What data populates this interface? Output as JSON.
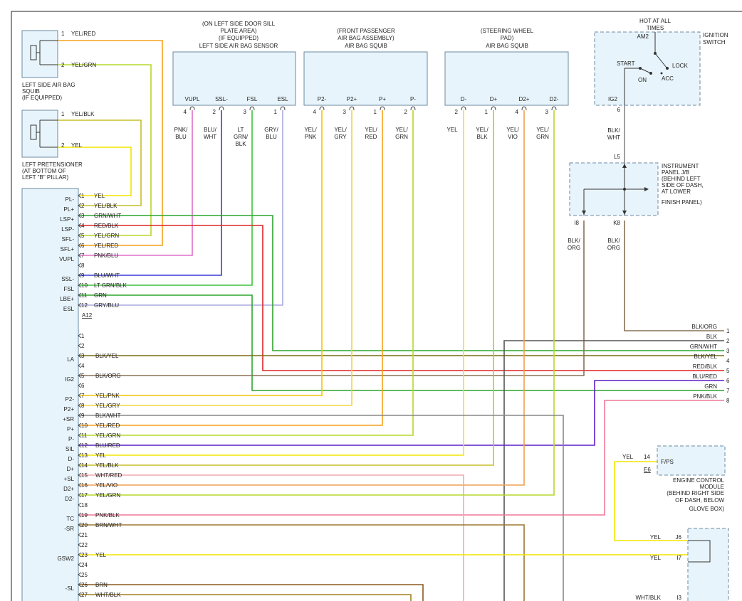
{
  "components": {
    "left_sensor": {
      "lines": [
        "(ON LEFT SIDE DOOR SILL",
        "PLATE AREA)",
        "(IF EQUIPPED)",
        "LEFT SIDE AIR BAG SENSOR"
      ],
      "pins": [
        "VUPL",
        "SSL-",
        "FSL",
        "ESL"
      ],
      "nums": [
        "4",
        "2",
        "3",
        "1"
      ],
      "wires": [
        "PNK/BLU",
        "BLU/WHT",
        "LT GRN/BLK",
        "GRY/BLU"
      ]
    },
    "passenger_squib": {
      "lines": [
        "(FRONT PASSENGER",
        "AIR BAG ASSEMBLY)",
        "AIR BAG SQUIB"
      ],
      "pins": [
        "P2-",
        "P2+",
        "P+",
        "P-"
      ],
      "nums": [
        "4",
        "3",
        "1",
        "2"
      ],
      "wires": [
        "YEL/PNK",
        "YEL/GRY",
        "YEL/RED",
        "YEL/GRN"
      ]
    },
    "steering_squib": {
      "lines": [
        "(STEERING WHEEL",
        "PAD)",
        "AIR BAG SQUIB"
      ],
      "pins": [
        "D-",
        "D+",
        "D2+",
        "D2-"
      ],
      "nums": [
        "2",
        "1",
        "4",
        "3"
      ],
      "wires": [
        "YEL",
        "YEL/BLK",
        "YEL/VIO",
        "YEL/GRN"
      ]
    },
    "ignition": {
      "hot_lines": [
        "HOT AT ALL",
        "TIMES"
      ],
      "title_lines": [
        "IGNITION",
        "SWITCH"
      ],
      "am2": "AM2",
      "start": "START",
      "on": "ON",
      "acc": "ACC",
      "lock": "LOCK",
      "ig2": "IG2",
      "pin": "6",
      "wire": "BLK/WHT"
    },
    "junction": {
      "lines": [
        "INSTRUMENT",
        "PANEL J/B",
        "(BEHIND LEFT",
        "SIDE OF DASH,",
        "AT LOWER",
        "FINISH PANEL)"
      ],
      "top_pin": "L5",
      "left_pin": "I8",
      "right_pin": "K8",
      "left_wire": "BLK/ORG",
      "right_wire": "BLK/ORG"
    },
    "left_squib": {
      "caption": [
        "LEFT SIDE AIR BAG",
        "SQUIB",
        "(IF EQUIPPED)"
      ],
      "w1": "YEL/RED",
      "w2": "YEL/GRN",
      "n1": "1",
      "n2": "2"
    },
    "pretensioner": {
      "caption": [
        "LEFT PRETENSIONER",
        "(AT BOTTOM OF",
        "LEFT \"B\" PILLAR)"
      ],
      "w1": "YEL/BLK",
      "w2": "YEL",
      "n1": "1",
      "n2": "2"
    },
    "ecm": {
      "pin_label": "F/PS",
      "num": "14",
      "wire": "YEL",
      "connector": "E6",
      "caption": [
        "ENGINE CONTROL",
        "MODULE",
        "(BEHIND RIGHT SIDE",
        "OF DASH, BELOW",
        "GLOVE BOX)"
      ]
    },
    "right_conn": {
      "pins": [
        "J6",
        "I7",
        "I3"
      ],
      "wires": [
        "YEL",
        "YEL",
        "WHT/BLK"
      ]
    }
  },
  "a12": {
    "name": "A12",
    "rows": [
      {
        "num": "1",
        "label": "PL-",
        "wire": "YEL"
      },
      {
        "num": "2",
        "label": "PL+",
        "wire": "YEL/BLK"
      },
      {
        "num": "3",
        "label": "LSP+",
        "wire": "GRN/WHT"
      },
      {
        "num": "4",
        "label": "LSP-",
        "wire": "RED/BLK"
      },
      {
        "num": "5",
        "label": "SFL-",
        "wire": "YEL/GRN"
      },
      {
        "num": "6",
        "label": "SFL+",
        "wire": "YEL/RED"
      },
      {
        "num": "7",
        "label": "VUPL",
        "wire": "PNK/BLU"
      },
      {
        "num": "8",
        "label": "",
        "wire": ""
      },
      {
        "num": "9",
        "label": "SSL-",
        "wire": "BLU/WHT"
      },
      {
        "num": "10",
        "label": "FSL",
        "wire": "LT GRN/BLK"
      },
      {
        "num": "11",
        "label": "LBE+",
        "wire": "GRN"
      },
      {
        "num": "12",
        "label": "ESL",
        "wire": "GRY/BLU"
      }
    ]
  },
  "main": {
    "rows": [
      {
        "num": "1",
        "label": "",
        "wire": ""
      },
      {
        "num": "2",
        "label": "",
        "wire": ""
      },
      {
        "num": "3",
        "label": "LA",
        "wire": "BLK/YEL"
      },
      {
        "num": "4",
        "label": "",
        "wire": ""
      },
      {
        "num": "5",
        "label": "IG2",
        "wire": "BLK/ORG"
      },
      {
        "num": "6",
        "label": "",
        "wire": ""
      },
      {
        "num": "7",
        "label": "P2-",
        "wire": "YEL/PNK"
      },
      {
        "num": "8",
        "label": "P2+",
        "wire": "YEL/GRY"
      },
      {
        "num": "9",
        "label": "+SR",
        "wire": "BLK/WHT"
      },
      {
        "num": "10",
        "label": "P+",
        "wire": "YEL/RED"
      },
      {
        "num": "11",
        "label": "P-",
        "wire": "YEL/GRN"
      },
      {
        "num": "12",
        "label": "SIL",
        "wire": "BLU/RED"
      },
      {
        "num": "13",
        "label": "D-",
        "wire": "YEL"
      },
      {
        "num": "14",
        "label": "D+",
        "wire": "YEL/BLK"
      },
      {
        "num": "15",
        "label": "+SL",
        "wire": "WHT/RED"
      },
      {
        "num": "16",
        "label": "D2+",
        "wire": "YEL/VIO"
      },
      {
        "num": "17",
        "label": "D2-",
        "wire": "YEL/GRN"
      },
      {
        "num": "18",
        "label": "",
        "wire": ""
      },
      {
        "num": "19",
        "label": "TC",
        "wire": "PNK/BLK"
      },
      {
        "num": "20",
        "label": "-SR",
        "wire": "BRN/WHT"
      },
      {
        "num": "21",
        "label": "",
        "wire": ""
      },
      {
        "num": "22",
        "label": "",
        "wire": ""
      },
      {
        "num": "23",
        "label": "GSW2",
        "wire": "YEL"
      },
      {
        "num": "24",
        "label": "",
        "wire": ""
      },
      {
        "num": "25",
        "label": "",
        "wire": ""
      },
      {
        "num": "26",
        "label": "-SL",
        "wire": "BRN"
      },
      {
        "num": "27",
        "label": "",
        "wire": "WHT/BLK"
      }
    ]
  },
  "right_block": {
    "rows": [
      {
        "num": "1",
        "wire": "BLK/ORG"
      },
      {
        "num": "2",
        "wire": "BLK"
      },
      {
        "num": "3",
        "wire": "GRN/WHT"
      },
      {
        "num": "4",
        "wire": "BLK/YEL"
      },
      {
        "num": "5",
        "wire": "RED/BLK"
      },
      {
        "num": "6",
        "wire": "BLU/RED"
      },
      {
        "num": "7",
        "wire": "GRN"
      },
      {
        "num": "8",
        "wire": "PNK/BLK"
      }
    ]
  },
  "colors": {
    "YEL": "#f2e600",
    "YEL/RED": "#f7a21b",
    "YEL/GRN": "#b6d92b",
    "YEL/BLK": "#c8bf2a",
    "YEL/PNK": "#f5c400",
    "YEL/GRY": "#f0d640",
    "YEL/VIO": "#f0a050",
    "GRN": "#2ca52c",
    "GRN/WHT": "#2ca52c",
    "LT GRN/BLK": "#3cc43c",
    "RED/BLK": "#e02424",
    "PNK/BLU": "#e070c8",
    "BLU/WHT": "#3b3bdc",
    "GRY/BLU": "#a8a8e0",
    "BLK/YEL": "#7a6a10",
    "BLK/ORG": "#8a7055",
    "BLK/WHT": "#888888",
    "BLU/RED": "#5a1ec8",
    "WHT/RED": "#f0a8b0",
    "PNK/BLK": "#f07898",
    "BRN/WHT": "#9a7830",
    "BRN": "#8a5a20",
    "WHT/BLK": "#a08020",
    "BLK": "#555555"
  }
}
